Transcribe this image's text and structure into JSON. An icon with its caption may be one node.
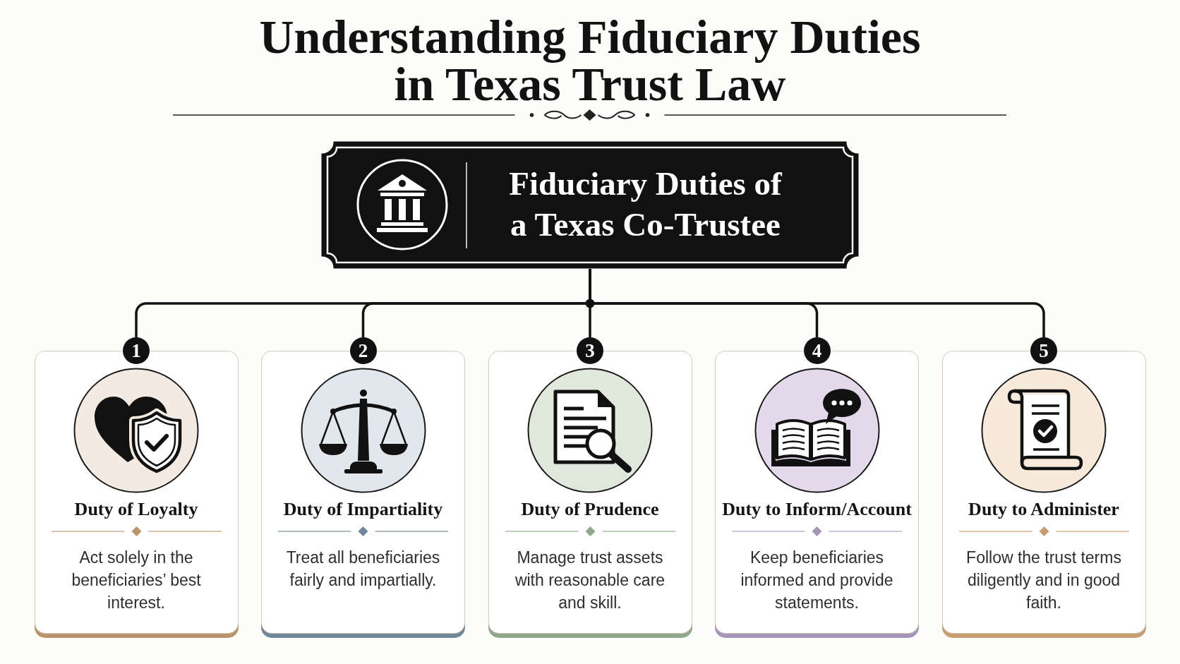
{
  "diagram": {
    "title": "Understanding Fiduciary Duties in Texas Trust Law",
    "nodes": [
      {
        "text": [
          "Fiduciary Duties of a Texas Co-Trustee"
        ]
      },
      {
        "text": [
          "1",
          "Duty of Loyalty",
          "Act solely in the beneficiaries’ best interest."
        ]
      },
      {
        "text": [
          "2",
          "Duty of Impartiality",
          "Treat all beneficiaries fairly and impartially."
        ]
      },
      {
        "text": [
          "3",
          "Duty of Prudence",
          "Manage trust assets with reasonable care and skill."
        ]
      },
      {
        "text": [
          "4",
          "Duty to Inform/Account",
          "Keep beneficiaries informed and provide statements."
        ]
      },
      {
        "text": [
          "5",
          "Duty to Administer",
          "Follow the trust terms diligently and in good faith."
        ]
      }
    ],
    "edges": [
      {
        "from": 0,
        "to": 1,
        "arrow": "none"
      },
      {
        "from": 0,
        "to": 2,
        "arrow": "none"
      },
      {
        "from": 0,
        "to": 3,
        "arrow": "none"
      },
      {
        "from": 0,
        "to": 4,
        "arrow": "none"
      },
      {
        "from": 0,
        "to": 5,
        "arrow": "none"
      }
    ]
  }
}
